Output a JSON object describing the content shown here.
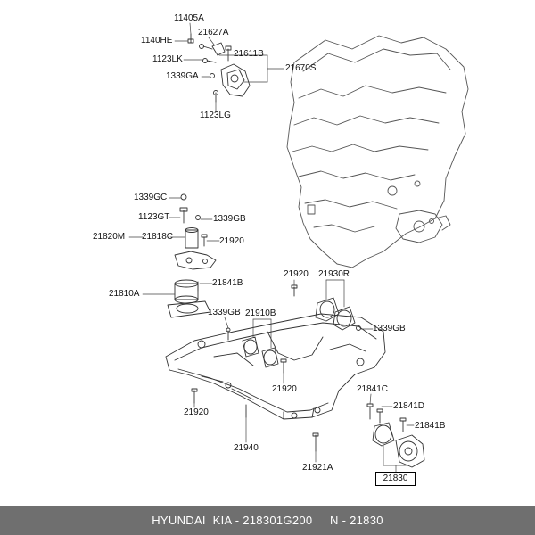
{
  "labels": {
    "p11405A": "11405A",
    "p1140HE": "1140HE",
    "p21627A": "21627A",
    "p1123LK": "1123LK",
    "p21611B": "21611B",
    "p1339GA": "1339GA",
    "p21670S": "21670S",
    "p1123LG": "1123LG",
    "p1339GC": "1339GC",
    "p1123GT": "1123GT",
    "p1339GB_a": "1339GB",
    "p21820M": "21820M",
    "p21818C": "21818C",
    "p21920_a": "21920",
    "p21841B_a": "21841B",
    "p21810A": "21810A",
    "p21920_b": "21920",
    "p21930R": "21930R",
    "p1339GB_b": "1339GB",
    "p1339GB_c": "1339GB",
    "p21910B": "21910B",
    "p21920_c": "21920",
    "p21920_d": "21920",
    "p21841C": "21841C",
    "p21841D": "21841D",
    "p21841B_b": "21841B",
    "p21940": "21940",
    "p21921A": "21921A",
    "p21830": "21830"
  },
  "footer": {
    "text": "HYUNDAI  KIA - 218301G200     N - 21830"
  },
  "colors": {
    "line": "#333333",
    "footer_bg": "#6f6f6f"
  }
}
